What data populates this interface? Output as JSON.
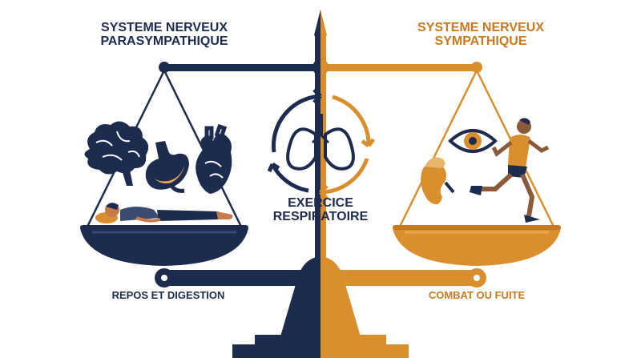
{
  "left": {
    "title_line1": "SYSTEME NERVEUX",
    "title_line2": "PARASYMPATHIQUE",
    "caption": "REPOS ET DIGESTION"
  },
  "right": {
    "title_line1": "SYSTEME NERVEUX",
    "title_line2": "SYMPATHIQUE",
    "caption": "COMBAT OU FUITE"
  },
  "center": {
    "label_line1": "EXERCICE",
    "label_line2": "RESPIRATOIRE"
  },
  "colors": {
    "navy": "#1d2b4f",
    "orange": "#d98f2e",
    "orange_light": "#e8a84a"
  },
  "icons": [
    "brain-icon",
    "stomach-icon",
    "heart-icon",
    "lungs-icon",
    "eye-icon",
    "adrenal-kidney-icon",
    "running-person-icon",
    "resting-person-icon"
  ]
}
